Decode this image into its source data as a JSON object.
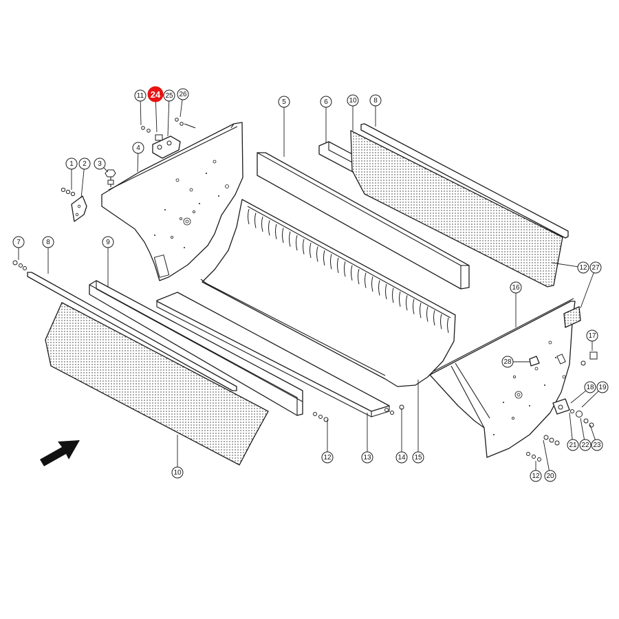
{
  "diagram": {
    "highlight_color": "#e81414",
    "callouts": [
      {
        "id": "c11",
        "label": "11"
      },
      {
        "id": "c24",
        "label": "24",
        "highlighted": true
      },
      {
        "id": "c25a",
        "label": "25"
      },
      {
        "id": "c26",
        "label": "26"
      },
      {
        "id": "c1",
        "label": "1"
      },
      {
        "id": "c2",
        "label": "2"
      },
      {
        "id": "c3",
        "label": "3"
      },
      {
        "id": "c4",
        "label": "4"
      },
      {
        "id": "c5",
        "label": "5"
      },
      {
        "id": "c6",
        "label": "6"
      },
      {
        "id": "c10a",
        "label": "10"
      },
      {
        "id": "c8a",
        "label": "8"
      },
      {
        "id": "c7",
        "label": "7"
      },
      {
        "id": "c8b",
        "label": "8"
      },
      {
        "id": "c9",
        "label": "9"
      },
      {
        "id": "c12a",
        "label": "12"
      },
      {
        "id": "c27",
        "label": "27"
      },
      {
        "id": "c16a",
        "label": "16"
      },
      {
        "id": "c17",
        "label": "17"
      },
      {
        "id": "c28",
        "label": "28"
      },
      {
        "id": "c18",
        "label": "18"
      },
      {
        "id": "c19",
        "label": "19"
      },
      {
        "id": "c21",
        "label": "21"
      },
      {
        "id": "c22",
        "label": "22"
      },
      {
        "id": "c23",
        "label": "23"
      },
      {
        "id": "c12b",
        "label": "12"
      },
      {
        "id": "c13",
        "label": "13"
      },
      {
        "id": "c14",
        "label": "14"
      },
      {
        "id": "c15",
        "label": "15"
      },
      {
        "id": "c10b",
        "label": "10"
      },
      {
        "id": "c12c",
        "label": "12"
      },
      {
        "id": "c20",
        "label": "20"
      }
    ],
    "direction_arrow": "arrow-icon"
  }
}
